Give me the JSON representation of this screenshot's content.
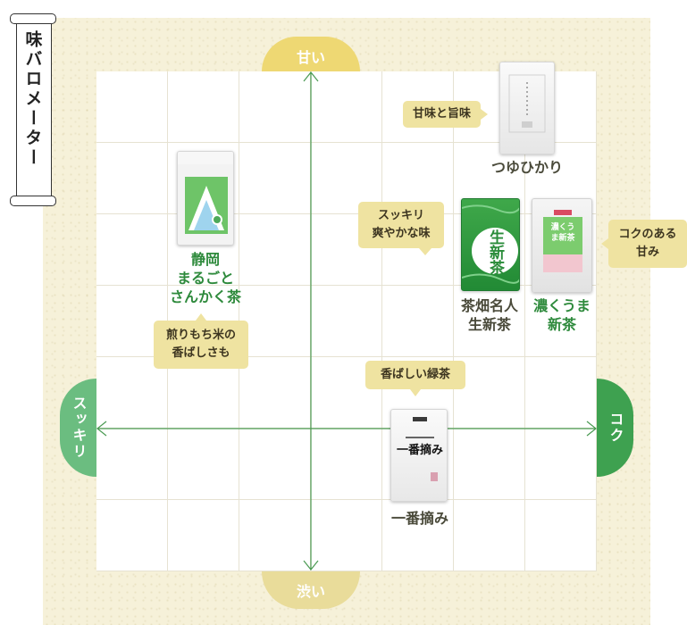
{
  "title": "味バロメーター",
  "axes": {
    "top": "甘い",
    "bottom": "渋い",
    "left": "スッキリ",
    "right": "コク"
  },
  "products": [
    {
      "name": "つゆひかり"
    },
    {
      "name": "静岡\nまるごと\nさんかく茶"
    },
    {
      "name": "茶畑名人\n生新茶",
      "package_text": "生新茶"
    },
    {
      "name": "濃くうま\n新茶",
      "package_text": "濃くうま新茶"
    },
    {
      "name": "一番摘み",
      "package_text": "一番摘み"
    }
  ],
  "bubbles": [
    {
      "text": "甘味と旨味"
    },
    {
      "text": "スッキリ\n爽やかな味"
    },
    {
      "text": "コクのある\n甘み"
    },
    {
      "text": "煎りもち米の\n香ばしさも"
    },
    {
      "text": "香ばしい緑茶"
    }
  ],
  "colors": {
    "paper": "#f6f1d9",
    "axis_line": "#4a9a52",
    "sweet": "#eed873",
    "astringent": "#e9dc9a",
    "refreshing": "#6bbd80",
    "rich": "#3ea150",
    "label_green": "#2e8a3c"
  }
}
